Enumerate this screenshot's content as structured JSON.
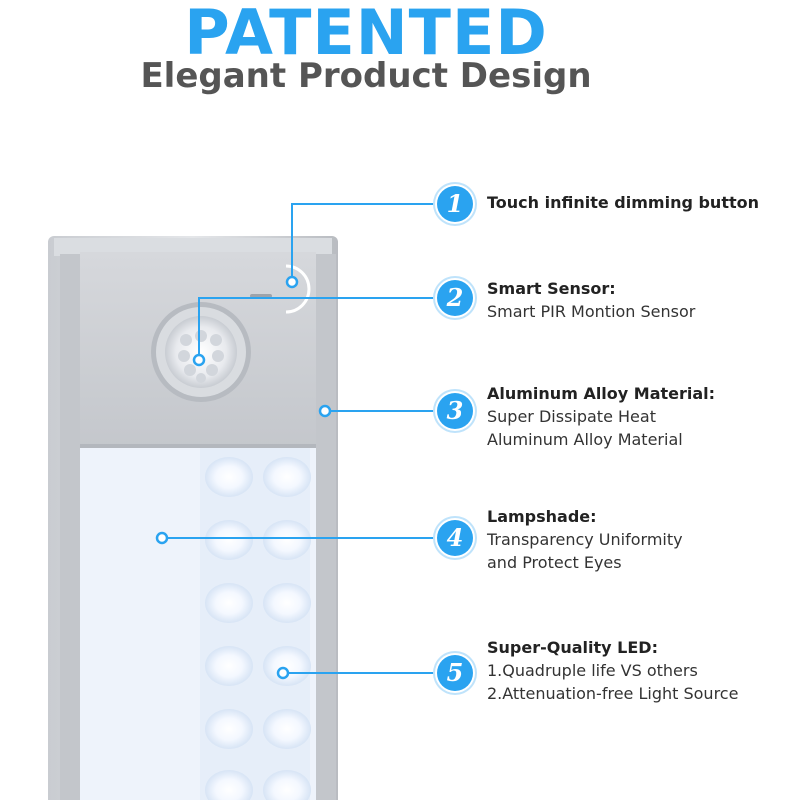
{
  "headline": "PATENTED",
  "subheadline": "Elegant Product Design",
  "accent_color": "#2aa3f0",
  "features": [
    {
      "number": "1",
      "title": "Touch infinite dimming button",
      "lines": []
    },
    {
      "number": "2",
      "title": "Smart Sensor:",
      "lines": [
        "Smart PIR Montion Sensor"
      ]
    },
    {
      "number": "3",
      "title": "Aluminum Alloy Material:",
      "lines": [
        "Super Dissipate Heat",
        "Aluminum Alloy Material"
      ]
    },
    {
      "number": "4",
      "title": "Lampshade:",
      "lines": [
        "Transparency Uniformity",
        "and Protect Eyes"
      ]
    },
    {
      "number": "5",
      "title": "Super-Quality LED:",
      "lines": [
        "1.Quadruple life VS others",
        "2.Attenuation-free Light Source"
      ]
    }
  ]
}
